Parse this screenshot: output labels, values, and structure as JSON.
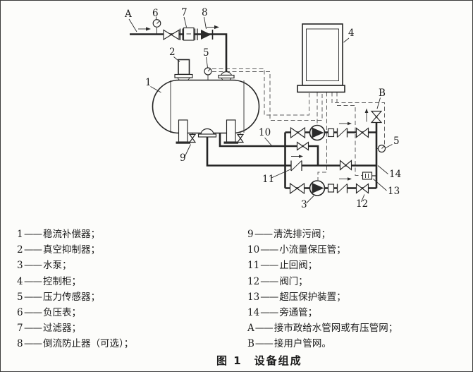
{
  "page": {
    "ink": "#1c1c1c",
    "background": "#fcfcfa"
  },
  "diagram": {
    "labels": {
      "A": "A",
      "B": "B",
      "n1": "1",
      "n2": "2",
      "n3": "3",
      "n4": "4",
      "n5": "5",
      "n6": "6",
      "n7": "7",
      "n8": "8",
      "n9": "9",
      "n10": "10",
      "n11": "11",
      "n12": "12",
      "n13": "13",
      "n14": "14"
    }
  },
  "legend": {
    "separator": "——",
    "left": [
      {
        "num": "1",
        "label": "稳流补偿器；"
      },
      {
        "num": "2",
        "label": "真空抑制器；"
      },
      {
        "num": "3",
        "label": "水泵；"
      },
      {
        "num": "4",
        "label": "控制柜；"
      },
      {
        "num": "5",
        "label": "压力传感器；"
      },
      {
        "num": "6",
        "label": "负压表；"
      },
      {
        "num": "7",
        "label": "过滤器；"
      },
      {
        "num": "8",
        "label": "倒流防止器（可选）；"
      }
    ],
    "right": [
      {
        "num": "9",
        "label": "清洗排污阀；"
      },
      {
        "num": "10",
        "label": "小流量保压管；"
      },
      {
        "num": "11",
        "label": "止回阀；"
      },
      {
        "num": "12",
        "label": "阀门；"
      },
      {
        "num": "13",
        "label": "超压保护装置；"
      },
      {
        "num": "14",
        "label": "旁通管；"
      },
      {
        "num": "A",
        "label": "接市政给水管网或有压管网；"
      },
      {
        "num": "B",
        "label": "接用户管网。"
      }
    ]
  },
  "figure": {
    "caption": "图 1　设备组成"
  }
}
